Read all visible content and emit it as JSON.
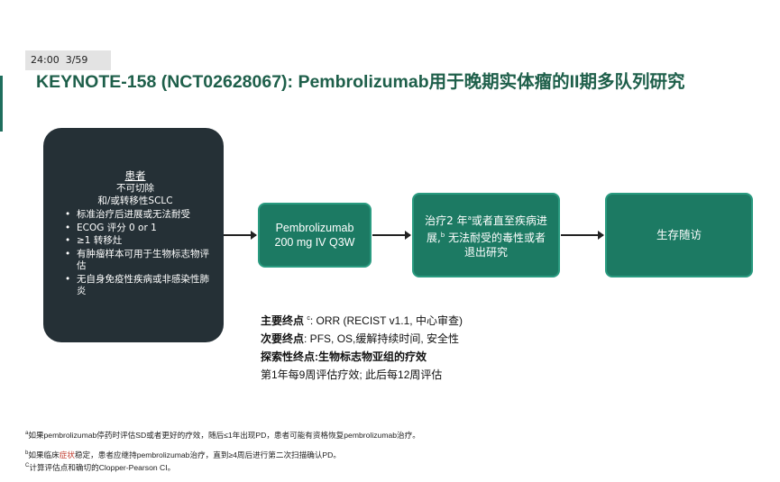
{
  "header": {
    "time": "24:00",
    "page": "3/59"
  },
  "title": "KEYNOTE-158 (NCT02628067): Pembrolizumab用于晚期实体瘤的II期多队列研究",
  "patients": {
    "heading": "患者",
    "line1": "不可切除",
    "line2": "和/或转移性SCLC",
    "criteria": [
      "标准治疗后进展或无法耐受",
      "ECOG 评分 0 or 1",
      "≥1 转移灶",
      "有肿瘤样本可用于生物标志物评估",
      "无自身免疫性疾病或非感染性肺炎"
    ]
  },
  "drug": {
    "line1": "Pembrolizumab",
    "line2": "200 mg IV Q3W"
  },
  "treatment": {
    "part1": "治疗2 年",
    "sup1": "a",
    "part2": "或者直至疾病进展,",
    "sup2": "b",
    "part3": " 无法耐受的毒性或者退出研究"
  },
  "survival": "生存随访",
  "endpoints": {
    "primary_label": "主要终点 ",
    "primary_sup": "c",
    "primary_text": ": ORR (RECIST v1.1, 中心审查)",
    "secondary_label": "次要终点",
    "secondary_text": ": PFS, OS,缓解持续时间, 安全性",
    "exploratory_label": "探索性终点:",
    "exploratory_text": "生物标志物亚组的疗效",
    "schedule": "第1年每9周评估疗效; 此后每12周评估"
  },
  "footnotes": {
    "a": {
      "sup": "a",
      "text": "如果pembrolizumab停药时评估SD或者更好的疗效，随后≤1年出现PD，患者可能有资格恢复pembrolizumab治疗。"
    },
    "b": {
      "sup": "b",
      "pre": "如果临床",
      "red": "症状",
      "post": "稳定，患者应继持pembrolizumab治疗，直到≥4周后进行第二次扫描确认PD。"
    },
    "c": {
      "sup": "C",
      "text": "计算评估点和确切的Clopper-Pearson CI。"
    }
  }
}
